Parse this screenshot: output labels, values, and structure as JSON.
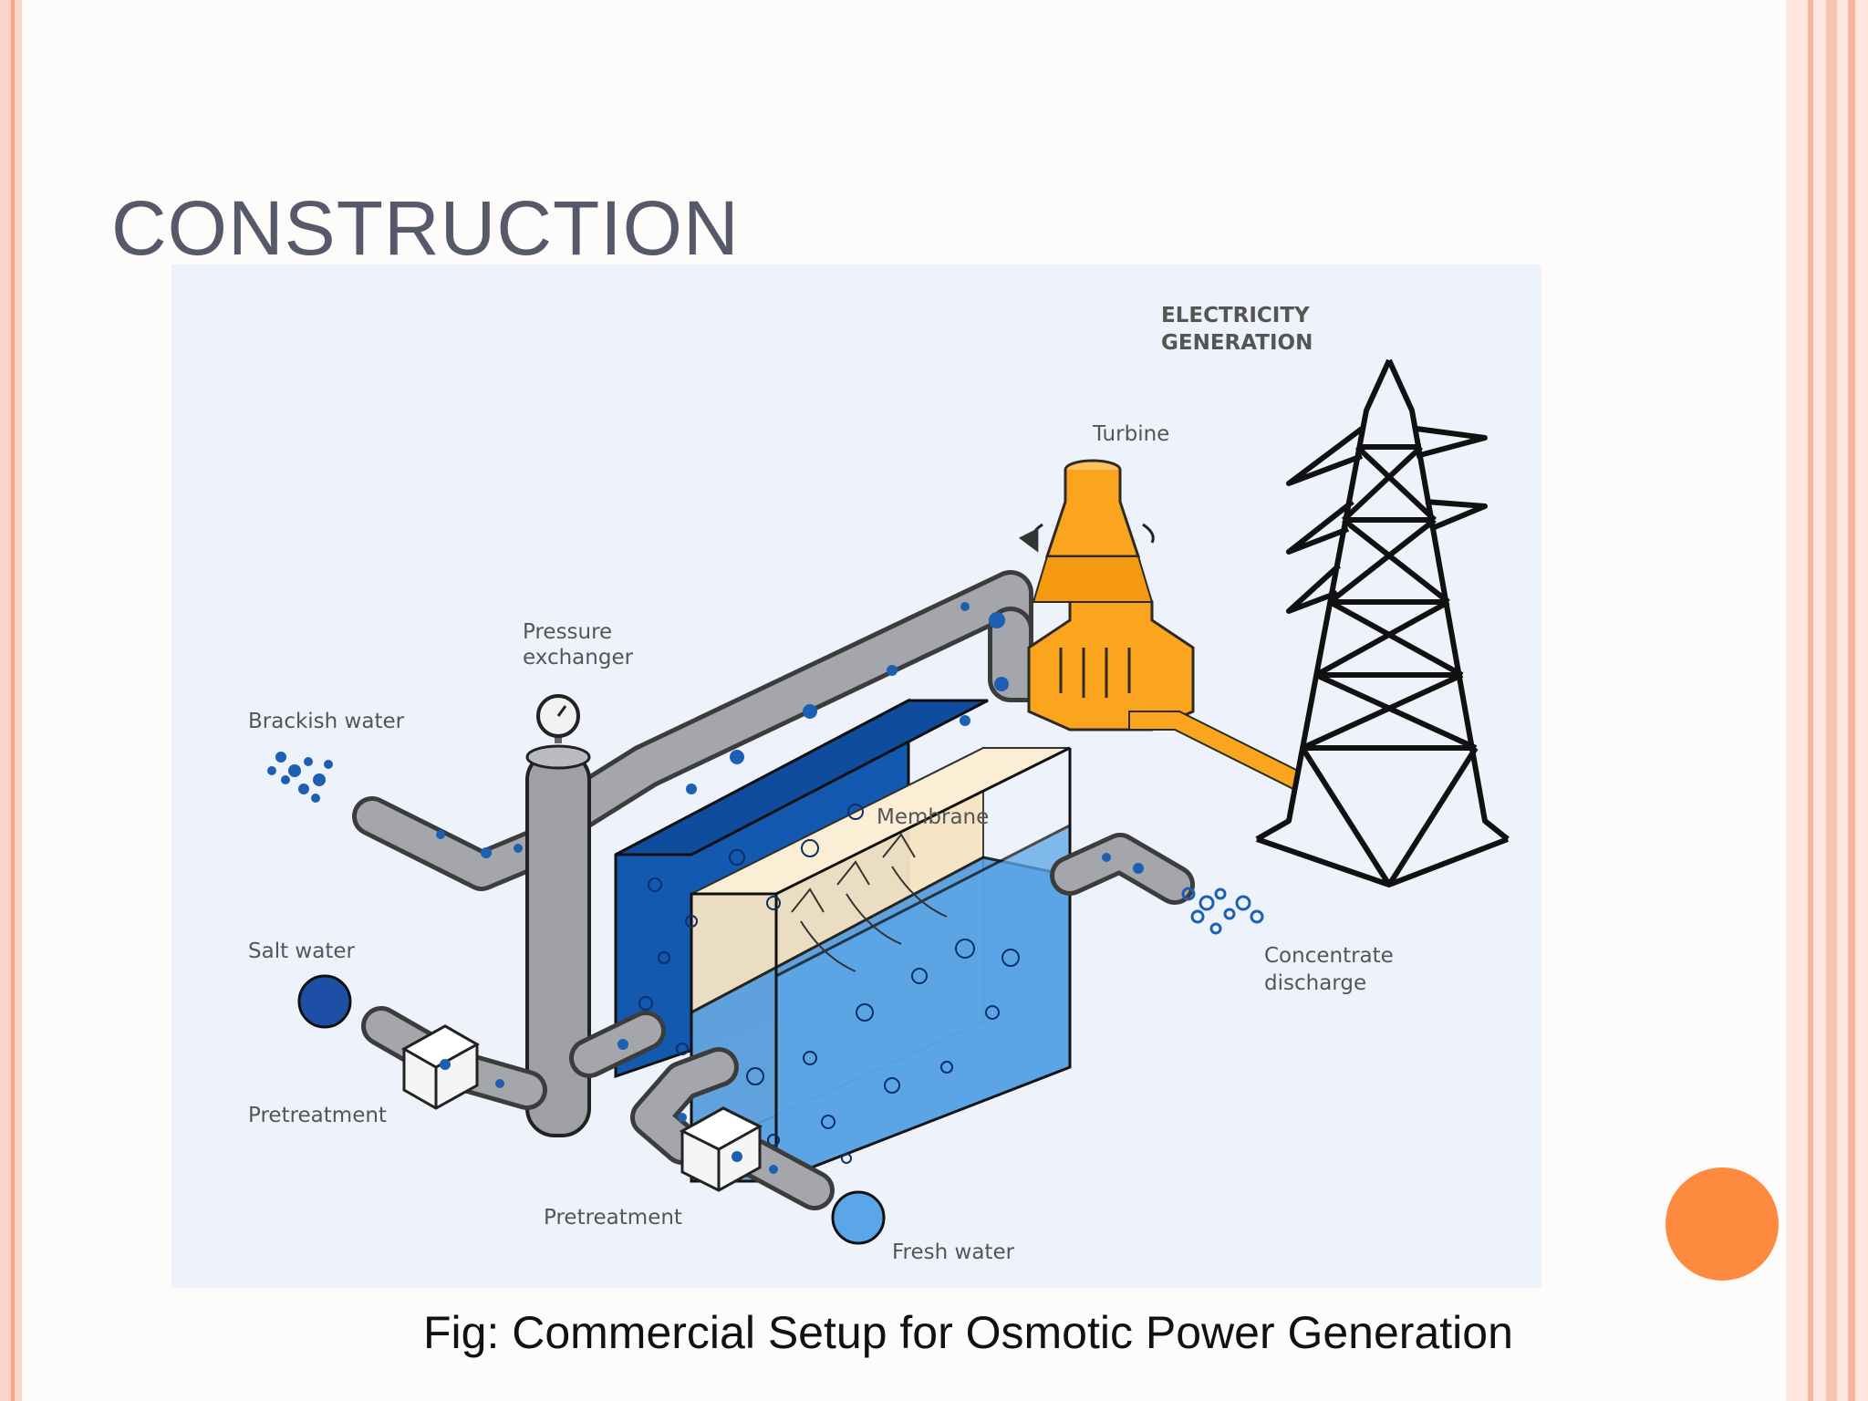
{
  "slide": {
    "title": "CONSTRUCTION",
    "caption": "Fig: Commercial Setup for Osmotic Power Generation"
  },
  "diagram": {
    "labels": {
      "electricity_generation_line1": "ELECTRICITY",
      "electricity_generation_line2": "GENERATION",
      "turbine": "Turbine",
      "pressure_exchanger_line1": "Pressure",
      "pressure_exchanger_line2": "exchanger",
      "brackish_water": "Brackish water",
      "membrane": "Membrane",
      "salt_water": "Salt water",
      "pretreatment_left": "Pretreatment",
      "pretreatment_bottom": "Pretreatment",
      "fresh_water": "Fresh water",
      "concentrate_discharge_line1": "Concentrate",
      "concentrate_discharge_line2": "discharge"
    },
    "colors": {
      "panel_background": "#eef3fb",
      "salt_tank": "#1459b0",
      "fresh_tank": "#4f9be0",
      "membrane": "#f6e5c3",
      "pipe": "#a4a6ab",
      "turbine": "#fba51e",
      "bubble": "#1d5fb3"
    }
  },
  "decor": {
    "accent_circle_color": "#fd8a3f"
  }
}
